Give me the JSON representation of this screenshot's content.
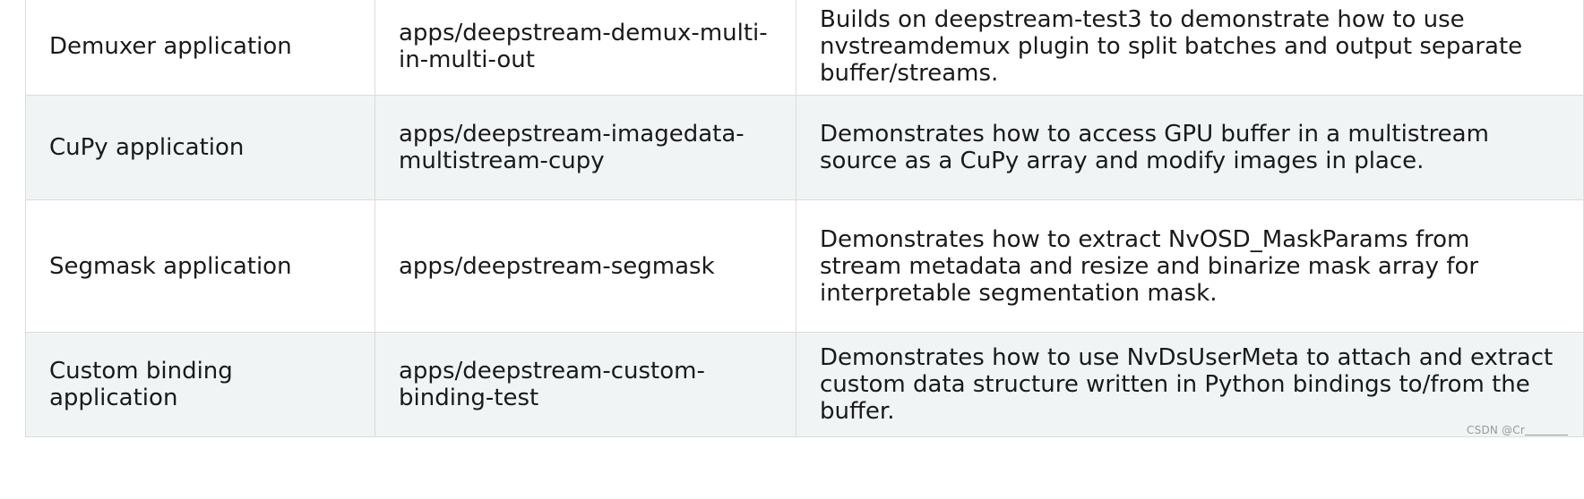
{
  "rows": [
    {
      "name": "Demuxer application",
      "path": "apps/deepstream-demux-multi-in-multi-out",
      "description": "Builds on deepstream-test3 to demonstrate how to use nvstreamdemux plugin to split batches and output separate buffer/streams."
    },
    {
      "name": "CuPy application",
      "path": "apps/deepstream-imagedata-multistream-cupy",
      "description": "Demonstrates how to access GPU buffer in a multistream source as a CuPy array and modify images in place."
    },
    {
      "name": "Segmask application",
      "path": "apps/deepstream-segmask",
      "description": "Demonstrates how to extract NvOSD_MaskParams from stream metadata and resize and binarize mask array for interpretable segmentation mask."
    },
    {
      "name": "Custom binding application",
      "path": "apps/deepstream-custom-binding-test",
      "description": "Demonstrates how to use NvDsUserMeta to attach and extract custom data structure written in Python bindings to/from the buffer."
    }
  ],
  "watermark": "CSDN @Cr"
}
